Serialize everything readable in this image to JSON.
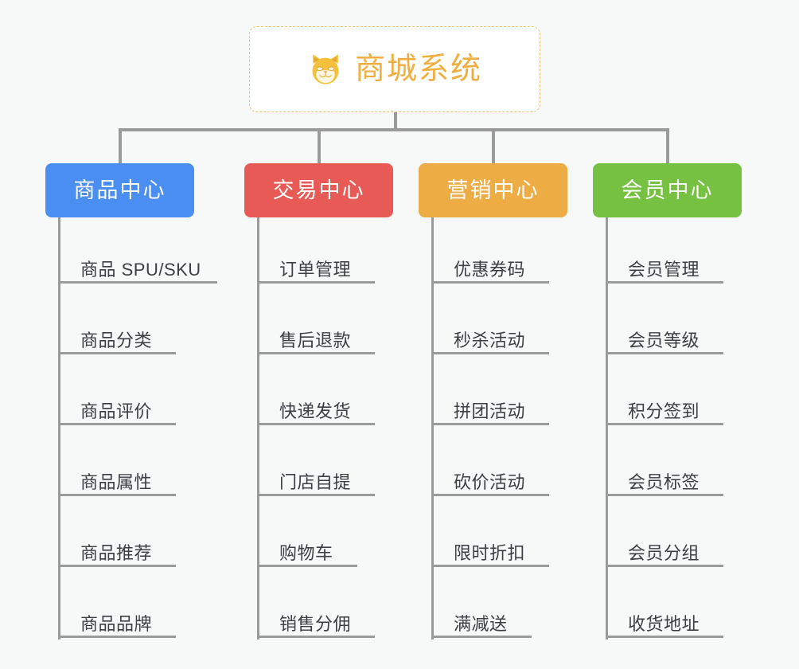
{
  "page": {
    "background": "#f7f8f8",
    "connector_color": "#9a9a9a"
  },
  "root": {
    "title": "商城系统",
    "icon": "shiba-dog-icon",
    "text_color": "#efae3f",
    "border_color": "#eec07a",
    "background": "#ffffff"
  },
  "columns": [
    {
      "id": "product-center",
      "label": "商品中心",
      "color": "#4a8ef2",
      "items": [
        {
          "label": "商品 SPU/SKU",
          "underline_width": 200
        },
        {
          "label": "商品分类",
          "underline_width": 148
        },
        {
          "label": "商品评价",
          "underline_width": 148
        },
        {
          "label": "商品属性",
          "underline_width": 148
        },
        {
          "label": "商品推荐",
          "underline_width": 148
        },
        {
          "label": "商品品牌",
          "underline_width": 148
        }
      ]
    },
    {
      "id": "trade-center",
      "label": "交易中心",
      "color": "#e85a55",
      "items": [
        {
          "label": "订单管理",
          "underline_width": 148
        },
        {
          "label": "售后退款",
          "underline_width": 148
        },
        {
          "label": "快递发货",
          "underline_width": 148
        },
        {
          "label": "门店自提",
          "underline_width": 148
        },
        {
          "label": "购物车",
          "underline_width": 126
        },
        {
          "label": "销售分佣",
          "underline_width": 148
        }
      ]
    },
    {
      "id": "marketing-center",
      "label": "营销中心",
      "color": "#eeac44",
      "items": [
        {
          "label": "优惠券码",
          "underline_width": 148
        },
        {
          "label": "秒杀活动",
          "underline_width": 148
        },
        {
          "label": "拼团活动",
          "underline_width": 148
        },
        {
          "label": "砍价活动",
          "underline_width": 148
        },
        {
          "label": "限时折扣",
          "underline_width": 148
        },
        {
          "label": "满减送",
          "underline_width": 126
        }
      ]
    },
    {
      "id": "member-center",
      "label": "会员中心",
      "color": "#76c042",
      "items": [
        {
          "label": "会员管理",
          "underline_width": 148
        },
        {
          "label": "会员等级",
          "underline_width": 148
        },
        {
          "label": "积分签到",
          "underline_width": 148
        },
        {
          "label": "会员标签",
          "underline_width": 148
        },
        {
          "label": "会员分组",
          "underline_width": 148
        },
        {
          "label": "收货地址",
          "underline_width": 148
        }
      ]
    }
  ]
}
